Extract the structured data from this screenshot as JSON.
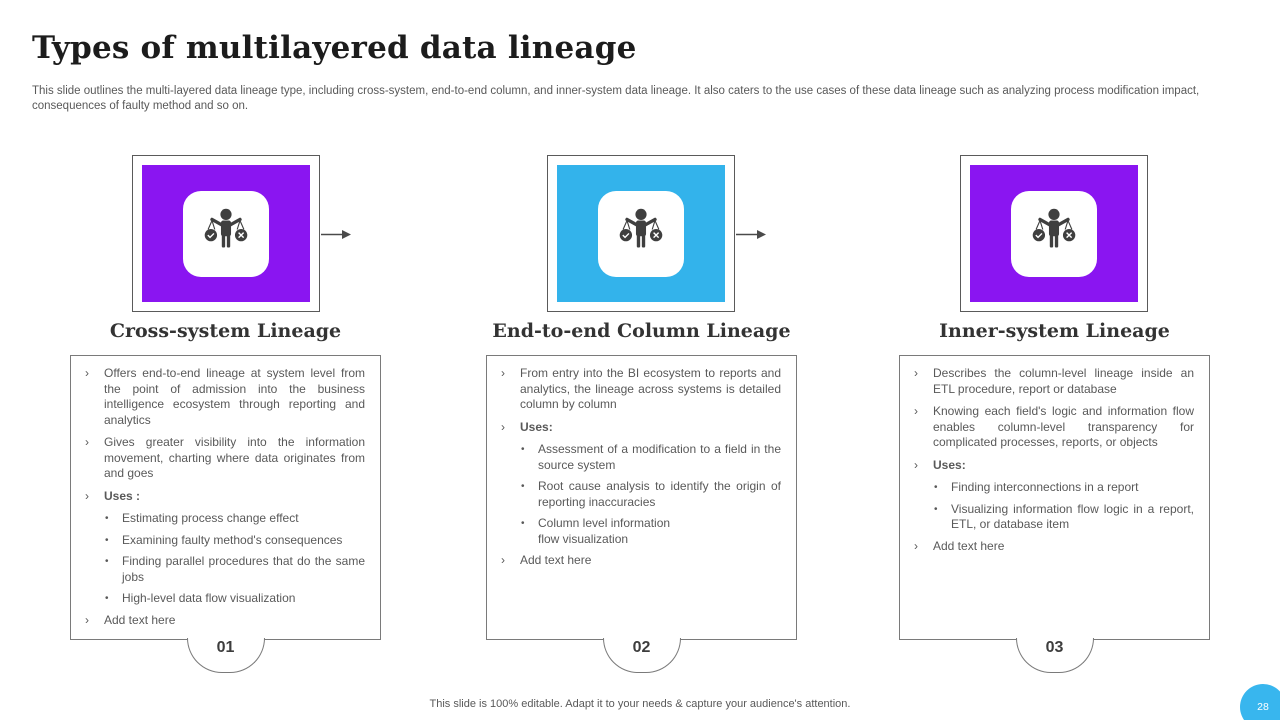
{
  "slide": {
    "title": "Types of multilayered data lineage",
    "subtitle": "This slide outlines the multi-layered data lineage type, including cross-system, end-to-end column, and inner-system data lineage. It also caters to the use cases of these data lineage such as analyzing process modification impact, consequences of faulty method and so on.",
    "footer": "This slide is 100% editable. Adapt it to your needs & capture your audience's attention.",
    "page_number": "28"
  },
  "colors": {
    "purple": "#8A15F1",
    "blue": "#33B3EB",
    "icon_glyph": "#3F3F3F",
    "page_badge_blue": "#38B6EE",
    "body_text": "#595959",
    "border_gray": "#7a7a7a"
  },
  "columns": [
    {
      "title": "Cross-system Lineage",
      "badge": "01",
      "accent": "#8A15F1",
      "icon": "person-with-scales-icon",
      "has_arrow": true,
      "items": [
        {
          "level": 1,
          "bold": false,
          "text": "Offers end-to-end lineage at system level from the point of admission into the business intelligence ecosystem through reporting and analytics"
        },
        {
          "level": 1,
          "bold": false,
          "text": "Gives greater visibility into the information movement, charting where data originates from and goes"
        },
        {
          "level": 1,
          "bold": true,
          "text": "Uses :"
        },
        {
          "level": 2,
          "bold": false,
          "text": "Estimating process change effect"
        },
        {
          "level": 2,
          "bold": false,
          "text": "Examining faulty method's consequences"
        },
        {
          "level": 2,
          "bold": false,
          "text": "Finding parallel procedures that do the same jobs"
        },
        {
          "level": 2,
          "bold": false,
          "text": "High-level data flow visualization"
        },
        {
          "level": 1,
          "bold": false,
          "text": "Add text here"
        }
      ]
    },
    {
      "title": "End-to-end Column Lineage",
      "badge": "02",
      "accent": "#33B3EB",
      "icon": "person-with-scales-icon",
      "has_arrow": true,
      "items": [
        {
          "level": 1,
          "bold": false,
          "text": "From entry into the BI ecosystem to reports and analytics, the lineage across systems is detailed column by column"
        },
        {
          "level": 1,
          "bold": true,
          "text": "Uses:"
        },
        {
          "level": 2,
          "bold": false,
          "text": "Assessment of a modification to a field in the source system"
        },
        {
          "level": 2,
          "bold": false,
          "text": "Root cause analysis to identify the origin of reporting inaccuracies"
        },
        {
          "level": 2,
          "bold": false,
          "text": "Column level information\nflow visualization"
        },
        {
          "level": 1,
          "bold": false,
          "text": "Add text here"
        }
      ]
    },
    {
      "title": "Inner-system Lineage",
      "badge": "03",
      "accent": "#8A15F1",
      "icon": "person-with-scales-icon",
      "has_arrow": false,
      "items": [
        {
          "level": 1,
          "bold": false,
          "text": "Describes the column-level lineage inside an ETL procedure, report or database"
        },
        {
          "level": 1,
          "bold": false,
          "text": "Knowing each field's logic and information flow enables column-level transparency for complicated processes, reports, or objects"
        },
        {
          "level": 1,
          "bold": true,
          "text": "Uses:"
        },
        {
          "level": 2,
          "bold": false,
          "text": "Finding interconnections in a report"
        },
        {
          "level": 2,
          "bold": false,
          "text": "Visualizing information flow logic in a report, ETL, or database item"
        },
        {
          "level": 1,
          "bold": false,
          "text": "Add text here"
        }
      ]
    }
  ]
}
